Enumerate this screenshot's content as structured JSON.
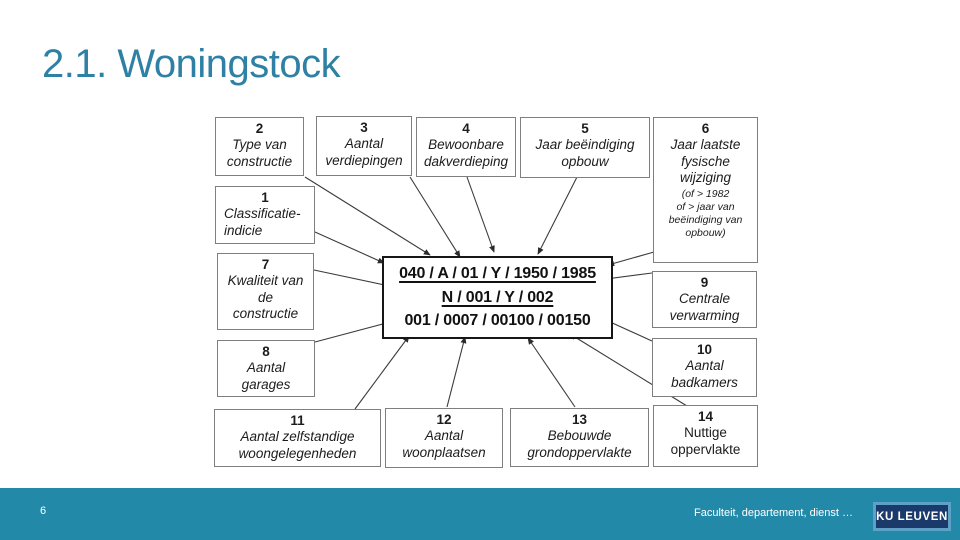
{
  "slide": {
    "title": "2.1. Woningstock",
    "page_number": "6"
  },
  "footer": {
    "text": "Faculteit, departement, dienst …",
    "logo_text": "KU LEUVEN"
  },
  "colors": {
    "title_teal": "#2E81A4",
    "footer_band": "#2389A9",
    "logo_background": "#1A3A6B",
    "logo_border": "#5EA0C6",
    "box_border": "#7f7f7f"
  },
  "diagram": {
    "boxes": [
      {
        "number": "1",
        "label": "Classificatie-\nindicie"
      },
      {
        "number": "2",
        "label": "Type van\nconstructie"
      },
      {
        "number": "3",
        "label": "Aantal\nverdiepingen"
      },
      {
        "number": "4",
        "label": "Bewoonbare\ndakverdieping"
      },
      {
        "number": "5",
        "label": "Jaar beëindiging\nopbouw"
      },
      {
        "number": "6",
        "label": "Jaar laatste\nfysische\nwijziging",
        "note": "(of > 1982\nof  > jaar van\nbeëindiging van\nopbouw)"
      },
      {
        "number": "7",
        "label": "Kwaliteit van\nde\nconstructie"
      },
      {
        "number": "8",
        "label": "Aantal\ngarages"
      },
      {
        "number": "9",
        "label": "Centrale\nverwarming"
      },
      {
        "number": "10",
        "label": "Aantal\nbadkamers"
      },
      {
        "number": "11",
        "label": "Aantal zelfstandige\nwoongelegenheden"
      },
      {
        "number": "12",
        "label": "Aantal\nwoonplaatsen"
      },
      {
        "number": "13",
        "label": "Bebouwde\ngrondoppervlakte"
      },
      {
        "number": "14",
        "label": "Nuttige\noppervlakte"
      }
    ],
    "center_codes": {
      "line1": "040 / A / 01 / Y / 1950 / 1985",
      "line2": "N / 001 / Y / 002",
      "line3": "001 / 0007 / 00100 / 00150"
    }
  }
}
